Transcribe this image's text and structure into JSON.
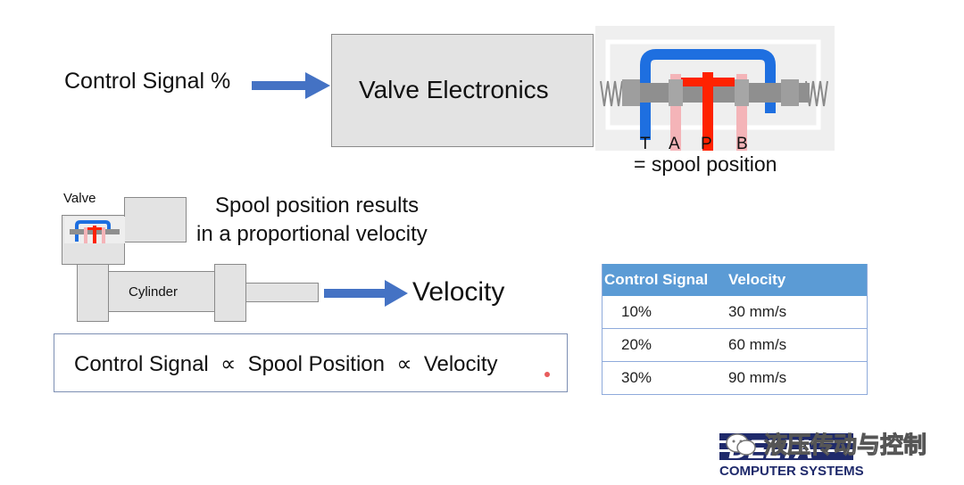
{
  "top": {
    "control_signal_label": "Control Signal %",
    "valve_electronics_label": "Valve Electronics",
    "spool_position_label": "= spool position",
    "port_labels": [
      "T",
      "A",
      "P",
      "B"
    ]
  },
  "middle": {
    "valve_label": "Valve",
    "spool_result_line1": "Spool position results",
    "spool_result_line2": "in a proportional velocity",
    "cylinder_label": "Cylinder",
    "velocity_label": "Velocity"
  },
  "formula": {
    "text": "Control Signal  ∝  Spool Position  ∝  Velocity"
  },
  "table": {
    "headers": [
      "Control Signal",
      "Velocity"
    ],
    "rows": [
      [
        "10%",
        "30 mm/s"
      ],
      [
        "20%",
        "60 mm/s"
      ],
      [
        "30%",
        "90 mm/s"
      ]
    ]
  },
  "logo": {
    "wordmark": "DELTA",
    "subtitle": "COMPUTER SYSTEMS",
    "watermark": "液压传动与控制",
    "watermark_icon": "wechat-icon"
  },
  "colors": {
    "arrow_blue": "#4472c4",
    "tank_blue": "#1e6fe0",
    "pressure_red": "#ff2200",
    "port_pink": "#f4b4b8",
    "table_header": "#5b9bd5",
    "table_border": "#8eaadb",
    "logo_navy": "#1f2a6b"
  }
}
